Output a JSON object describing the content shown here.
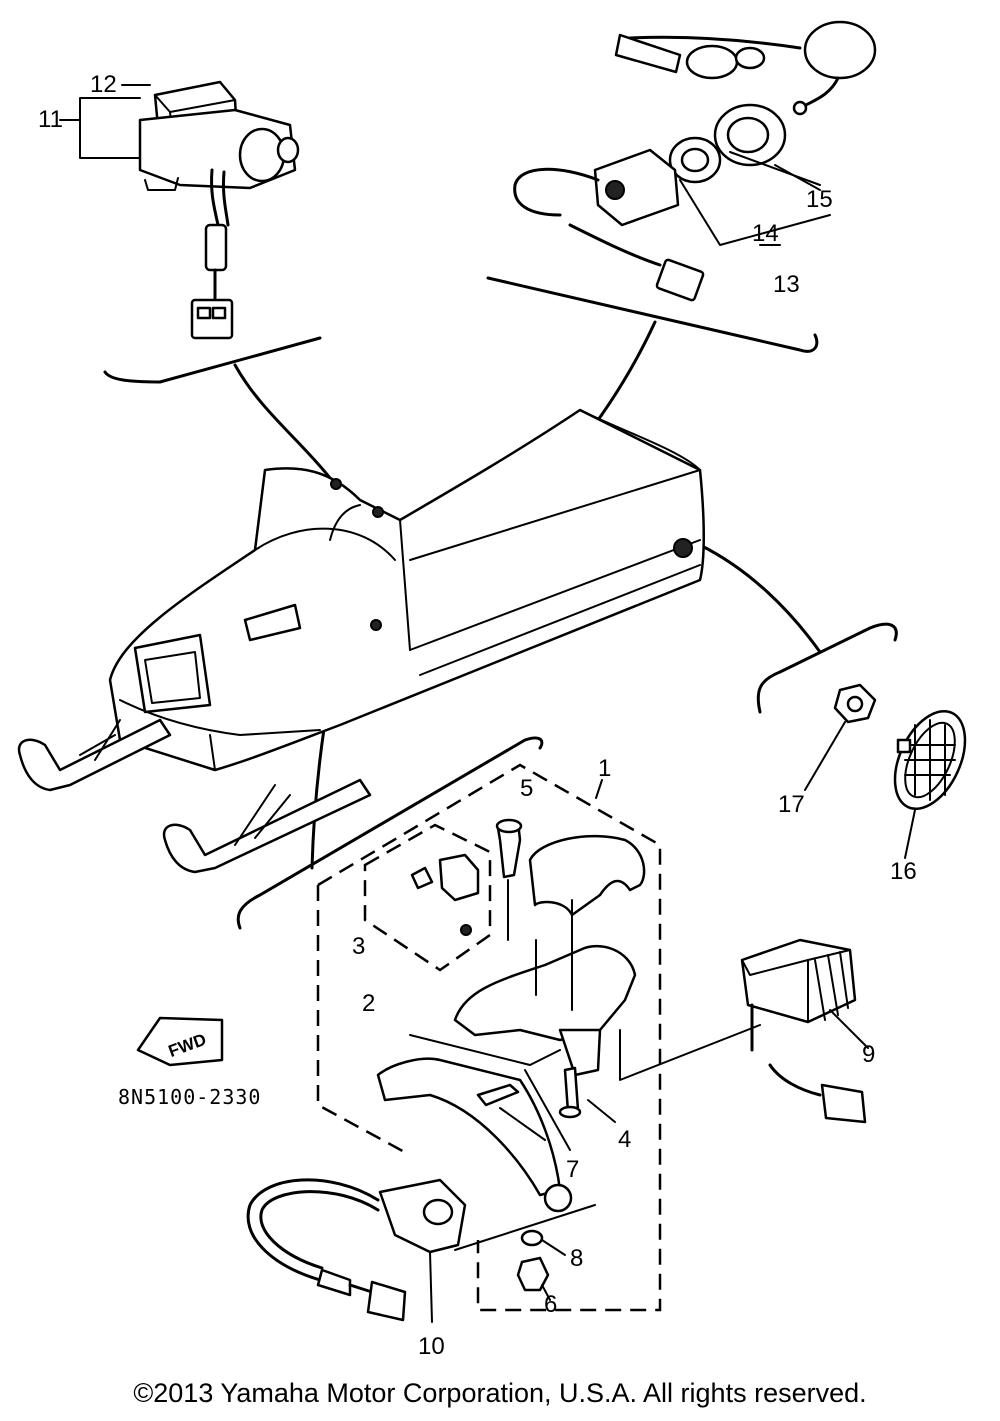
{
  "diagram": {
    "callouts": [
      "1",
      "2",
      "3",
      "4",
      "5",
      "6",
      "7",
      "8",
      "9",
      "10",
      "11",
      "12",
      "13",
      "14",
      "15",
      "16",
      "17"
    ],
    "fwd_label": "FWD",
    "part_code": "8N5100-2330"
  },
  "footer": {
    "copyright": "©2013 Yamaha Motor Corporation, U.S.A. All rights reserved."
  }
}
